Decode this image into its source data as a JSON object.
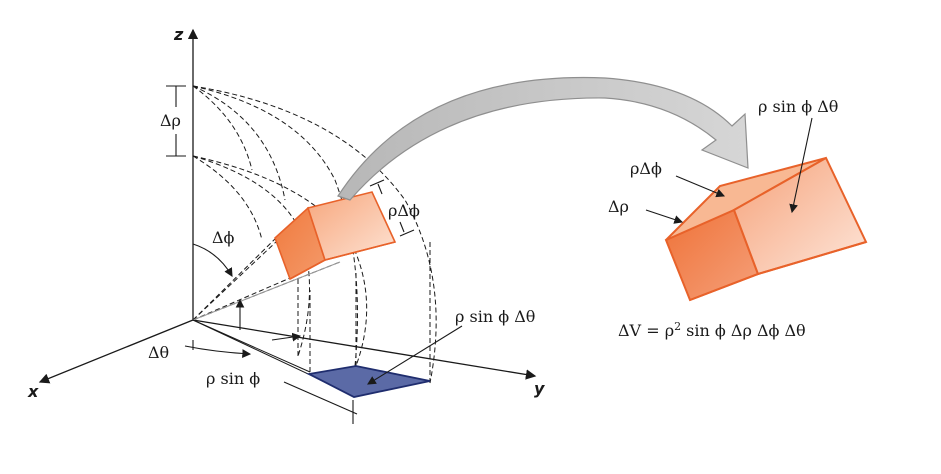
{
  "axes": {
    "z": "z",
    "x": "x",
    "y": "y"
  },
  "labels": {
    "delta_rho_axis": "Δρ",
    "delta_phi_angle": "Δϕ",
    "delta_theta_angle": "Δθ",
    "rho_sin_phi_base": "ρ sin ϕ",
    "rho_delta_phi_small": "ρΔϕ",
    "rho_sin_phi_delta_theta_base": "ρ sin ϕ Δθ",
    "rho_sin_phi_delta_theta_big": "ρ sin ϕ Δθ",
    "rho_delta_phi_big": "ρΔϕ",
    "delta_rho_big": "Δρ"
  },
  "formula": {
    "lhs": "ΔV = ρ",
    "exp": "2",
    "rhs": " sin ϕ Δρ Δϕ Δθ"
  },
  "colors": {
    "wedge_face_dark": "#f0743a",
    "wedge_face_light": "#fbd0b8",
    "wedge_edge": "#e8622a",
    "base_fill": "#5a6aa8",
    "base_edge": "#1f2d6e",
    "arrow_fill": "#c9c9c9"
  }
}
